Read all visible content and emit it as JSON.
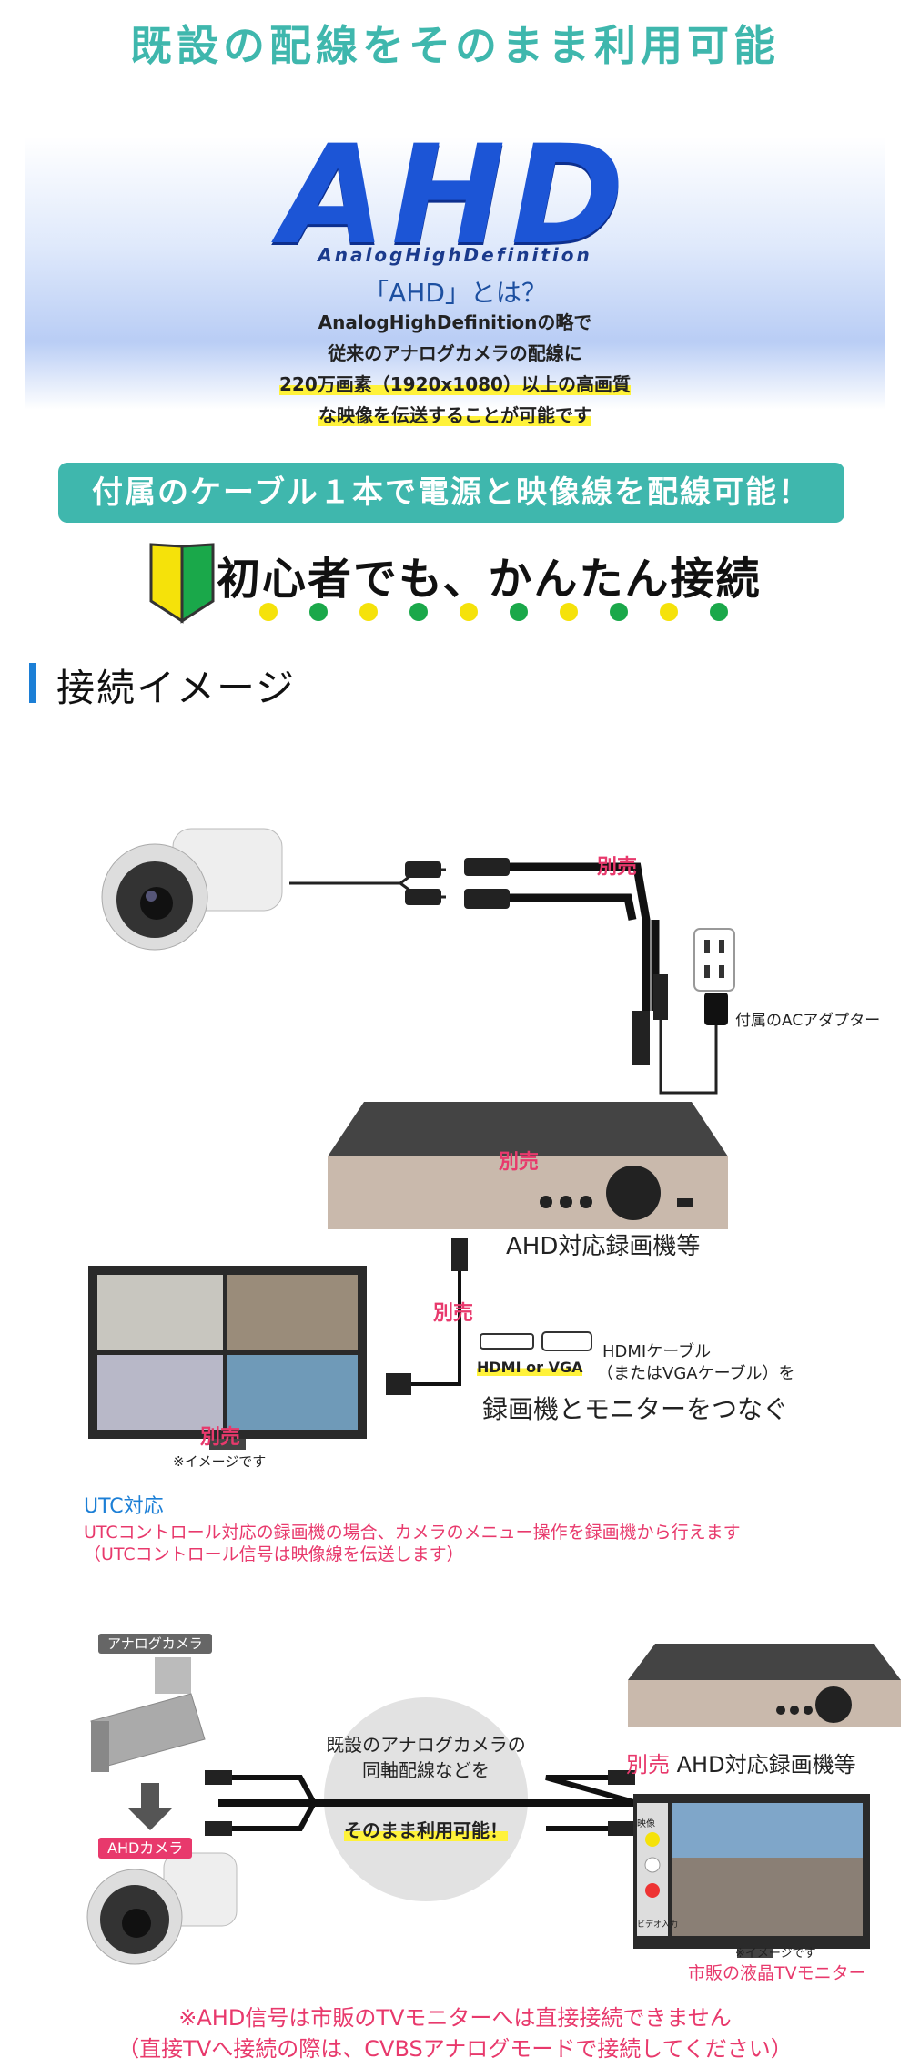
{
  "header": {
    "title": "既設の配線をそのまま利用可能"
  },
  "ahd": {
    "logo": "AHD",
    "logo_sub": "AnalogHighDefinition",
    "question": "「AHD」とは？",
    "lines": [
      "AnalogHighDefinitionの略で",
      "従来のアナログカメラの配線に",
      "220万画素（1920x1080）以上の高画質",
      "な映像を伝送することが可能です"
    ]
  },
  "banner": {
    "text": "付属のケーブル１本で電源と映像線を配線可能！"
  },
  "easy": {
    "text": "初心者でも、かんたん接続",
    "icon": "beginner-mark-icon"
  },
  "dots": [
    "#f5e20a",
    "#1aa84a",
    "#f5e20a",
    "#1aa84a",
    "#f5e20a",
    "#1aa84a",
    "#f5e20a",
    "#1aa84a",
    "#f5e20a",
    "#1aa84a"
  ],
  "section": {
    "title": "接続イメージ"
  },
  "diagram1": {
    "sold_separately": "別売",
    "ac_adapter": "付属のACアダプター",
    "recorder_label": "AHD対応録画機等",
    "hdmi_vga": "HDMI or VGA",
    "hdmi_cable": "HDMIケーブル",
    "vga_note": "（またはVGAケーブル）を",
    "connect_text": "録画機とモニターをつなぐ",
    "image_note": "※イメージです"
  },
  "utc": {
    "title": "UTC対応",
    "line1": "UTCコントロール対応の録画機の場合、カメラのメニュー操作を録画機から行えます",
    "line2": "（UTCコントロール信号は映像線を伝送します）"
  },
  "diagram2": {
    "analog_camera": "アナログカメラ",
    "ahd_camera": "AHDカメラ",
    "circle_line1": "既設のアナログカメラの",
    "circle_line2": "同軸配線などを",
    "circle_line3": "そのまま利用可能！",
    "sold_separately": "別売",
    "recorder_label": "AHD対応録画機等",
    "tv_labels": [
      "映像",
      "ビデオ入力"
    ],
    "image_note": "※イメージです",
    "tv_label": "市販の液晶TVモニター"
  },
  "footer": {
    "note1": "※AHD信号は市販のTVモニターへは直接接続できません",
    "note2": "（直接TVへ接続の際は、CVBSアナログモードで接続してください）"
  },
  "colors": {
    "teal": "#3fb7ad",
    "blue": "#1c55d6",
    "pink": "#e8396c",
    "yellow": "#fff23a"
  }
}
